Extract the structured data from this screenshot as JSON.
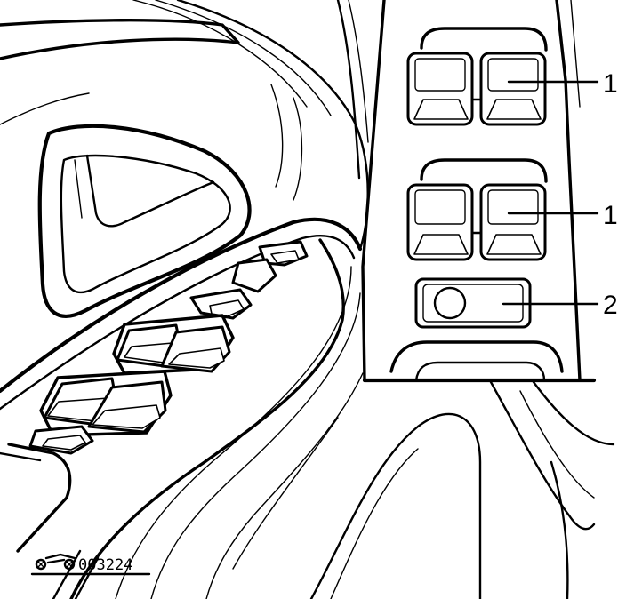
{
  "diagram": {
    "callouts": [
      {
        "id": "window-switch-rear",
        "label": "1"
      },
      {
        "id": "window-switch-front",
        "label": "1"
      },
      {
        "id": "lock-button",
        "label": "2"
      }
    ],
    "drawing_code": "003224"
  }
}
